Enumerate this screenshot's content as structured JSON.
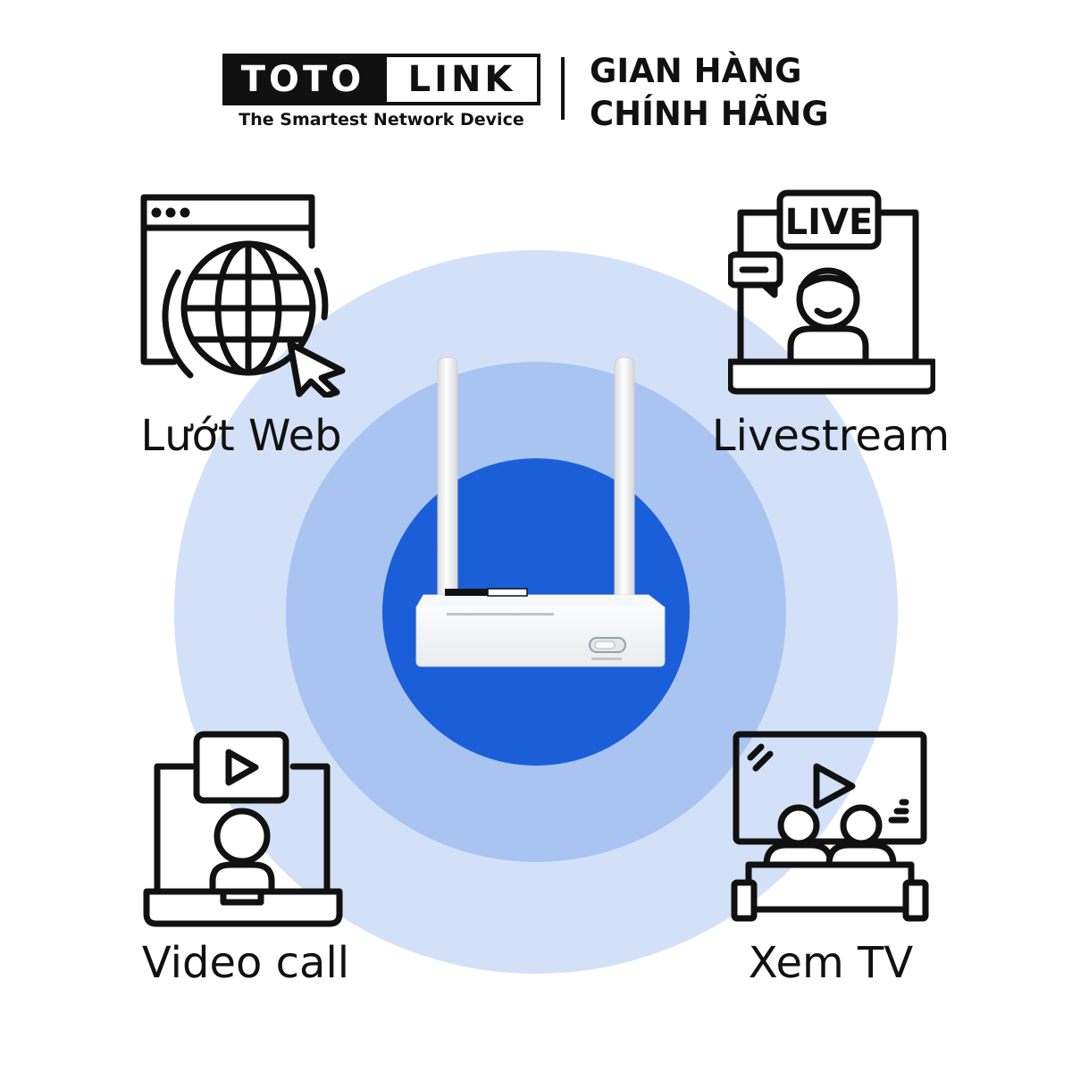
{
  "header": {
    "logo_left": "TOTO",
    "logo_right": "LINK",
    "tagline": "The Smartest Network Device",
    "store_line1": "GIAN HÀNG",
    "store_line2": "CHÍNH HÃNG"
  },
  "features": [
    {
      "label": "Lướt Web",
      "icon": "globe-browser-cursor-icon"
    },
    {
      "label": "Livestream",
      "icon": "live-stream-laptop-icon"
    },
    {
      "label": "Video call",
      "icon": "video-call-laptop-icon"
    },
    {
      "label": "Xem TV",
      "icon": "watch-tv-icon"
    }
  ],
  "router": {
    "brand": "TOTOLINK",
    "colors": {
      "body": "#ffffff",
      "antenna": "#f4f4f4"
    }
  },
  "colors": {
    "ring_outer": "#d3e1f8",
    "ring_middle": "#a9c4f1",
    "ring_inner": "#1a5ed8",
    "text": "#111111"
  }
}
